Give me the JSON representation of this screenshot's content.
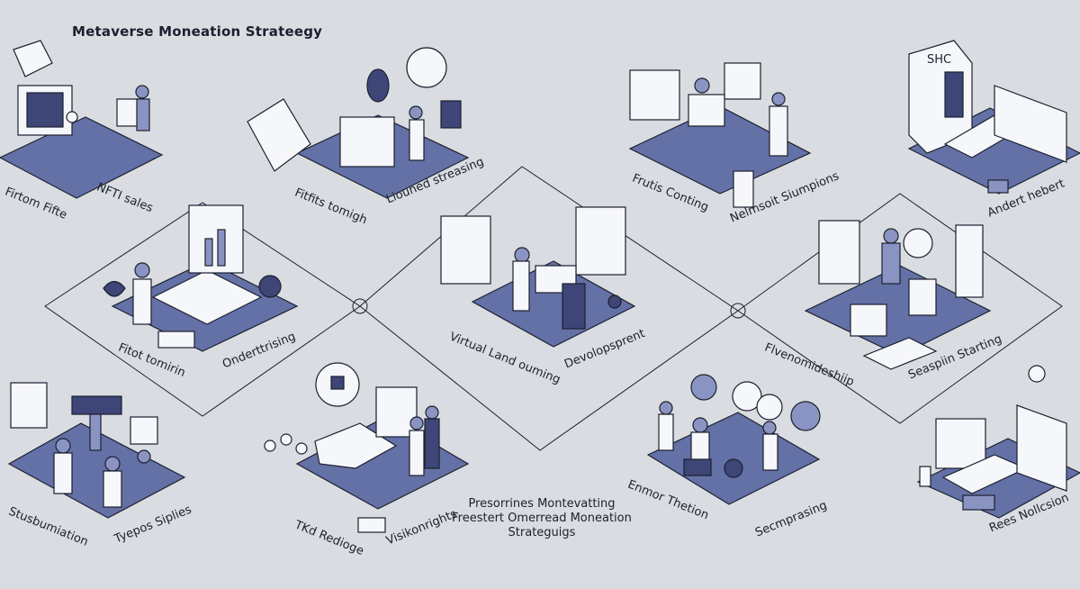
{
  "title": "Metaverse Moneation Strateegy",
  "labels": {
    "l1": "Firtom Fifte",
    "l2": "NFTI sales",
    "l3": "Fitfits tomigh",
    "l4": "Liouned streasing",
    "l5": "Frutis Conting",
    "l6": "Nelmsoit Siumpions",
    "l7": "Andert hebert",
    "l8": "Fitot tomirin",
    "l9": "Onderttrising",
    "l10": "Virtual Land ouming",
    "l11": "Devolopsprent",
    "l12": "Flvenomideshiip",
    "l13": "Seaspiin Starting",
    "l14": "Stusbumiation",
    "l15": "Tyepos Siplies",
    "l16": "TKd Redioge",
    "l17": "Visikonrights",
    "l18": "Enmor Thetion",
    "l19": "Secmprasing",
    "l20": "Rees Nollcsion"
  },
  "center_caption": {
    "line1": "Presorrines Montevatting",
    "line2": "Freestert Omerread Moneation",
    "line3": "Strateguigs"
  },
  "sign_text": "SHC",
  "colors": {
    "background": "#d9dde2",
    "platform": "#6471a6",
    "outline": "#1c1f2e"
  }
}
